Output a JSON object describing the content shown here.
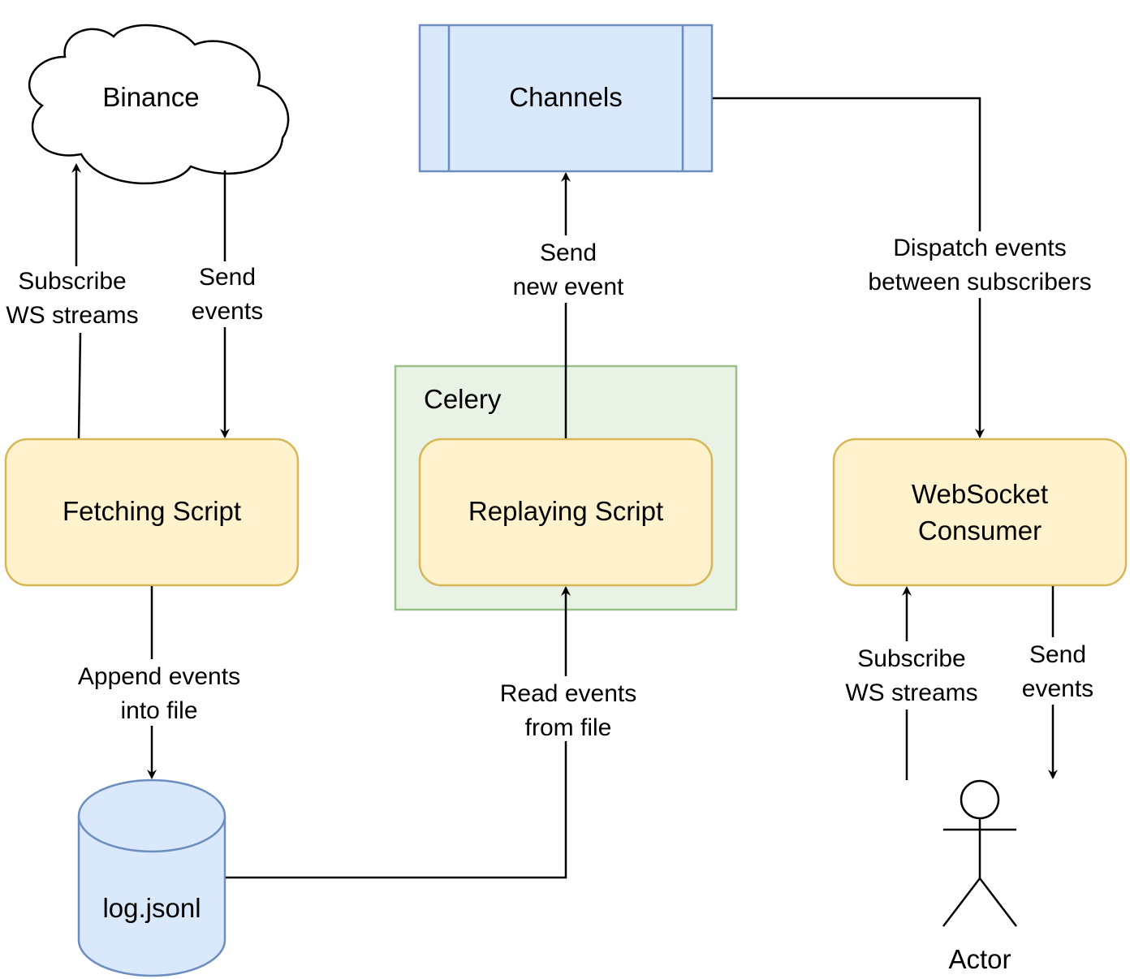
{
  "nodes": {
    "binance": {
      "label": "Binance"
    },
    "channels": {
      "label": "Channels"
    },
    "celery": {
      "label": "Celery"
    },
    "fetching_script": {
      "label": "Fetching Script"
    },
    "replaying_script": {
      "label": "Replaying Script"
    },
    "websocket_consumer": {
      "line1": "WebSocket",
      "line2": "Consumer"
    },
    "log_file": {
      "label": "log.jsonl"
    },
    "actor": {
      "label": "Actor"
    }
  },
  "edges": {
    "fetch_subscribe": {
      "line1": "Subscribe",
      "line2": "WS streams"
    },
    "binance_send": {
      "line1": "Send",
      "line2": "events"
    },
    "replay_send": {
      "line1": "Send",
      "line2": "new event"
    },
    "channels_dispatch": {
      "line1": "Dispatch events",
      "line2": "between subscribers"
    },
    "fetch_append": {
      "line1": "Append events",
      "line2": "into file"
    },
    "log_read": {
      "line1": "Read events",
      "line2": "from file"
    },
    "actor_subscribe": {
      "line1": "Subscribe",
      "line2": "WS streams"
    },
    "consumer_send": {
      "line1": "Send",
      "line2": "events"
    }
  },
  "colors": {
    "blue_fill": "#dae8fc",
    "blue_stroke": "#6c8ebf",
    "yellow_fill": "#fff2cc",
    "yellow_stroke": "#d6b656",
    "green_fill": "#e8f2e5",
    "green_stroke": "#9ac08a",
    "line": "#000000"
  }
}
